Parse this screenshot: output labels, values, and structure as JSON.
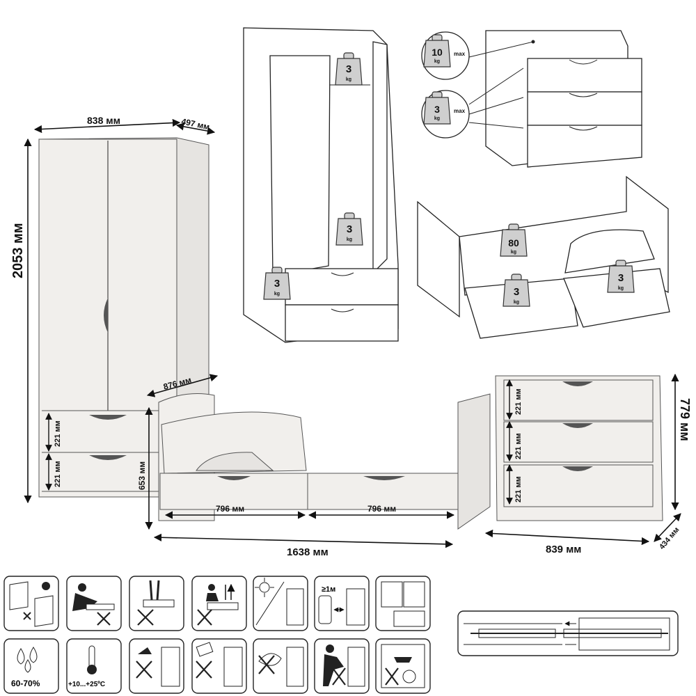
{
  "dimensions": {
    "wardrobe_width": "838 мм",
    "wardrobe_depth": "497 мм",
    "wardrobe_height": "2053 мм",
    "wardrobe_drawer_1": "221 мм",
    "wardrobe_drawer_2": "221 мм",
    "bed_depth": "876 мм",
    "bed_height": "653 мм",
    "bed_drawer_left": "796 мм",
    "bed_drawer_right": "796 мм",
    "bed_length": "1638 мм",
    "chest_drawer_1": "221 мм",
    "chest_drawer_2": "221 мм",
    "chest_drawer_3": "221 мм",
    "chest_height": "779 мм",
    "chest_width": "839 мм",
    "chest_depth": "434 мм"
  },
  "loads": {
    "wardrobe_shelf": {
      "value": "3",
      "unit": "kg"
    },
    "wardrobe_bottom": {
      "value": "3",
      "unit": "kg"
    },
    "wardrobe_drawer": {
      "value": "3",
      "unit": "kg"
    },
    "chest_top": {
      "value": "10",
      "unit": "kg",
      "label": "max"
    },
    "chest_drawer": {
      "value": "3",
      "unit": "kg",
      "label": "max"
    },
    "bed_mattress": {
      "value": "80",
      "unit": "kg"
    },
    "bed_drawer_left": {
      "value": "3",
      "unit": "kg"
    },
    "bed_drawer_right": {
      "value": "3",
      "unit": "kg"
    }
  },
  "care_icons": {
    "humidity": "60-70%",
    "temperature": "+10...+25ºC",
    "distance_label": "≥1м",
    "icon_names": [
      "assembly-wall-fix-icon",
      "no-sitting-on-drawer-icon",
      "no-standing-on-furniture-icon",
      "no-climbing-icon",
      "no-direct-sunlight-icon",
      "distance-from-heater-icon",
      "door-adjustment-icon",
      "humidity-icon",
      "temperature-icon",
      "no-liquids-icon",
      "no-abrasive-cleaning-icon",
      "no-hot-objects-icon",
      "no-pulling-over-icon",
      "no-heavy-load-icon"
    ]
  },
  "colors": {
    "wood": "#f1efec",
    "line": "#222222",
    "weight_icon": "#cfcfcf"
  }
}
